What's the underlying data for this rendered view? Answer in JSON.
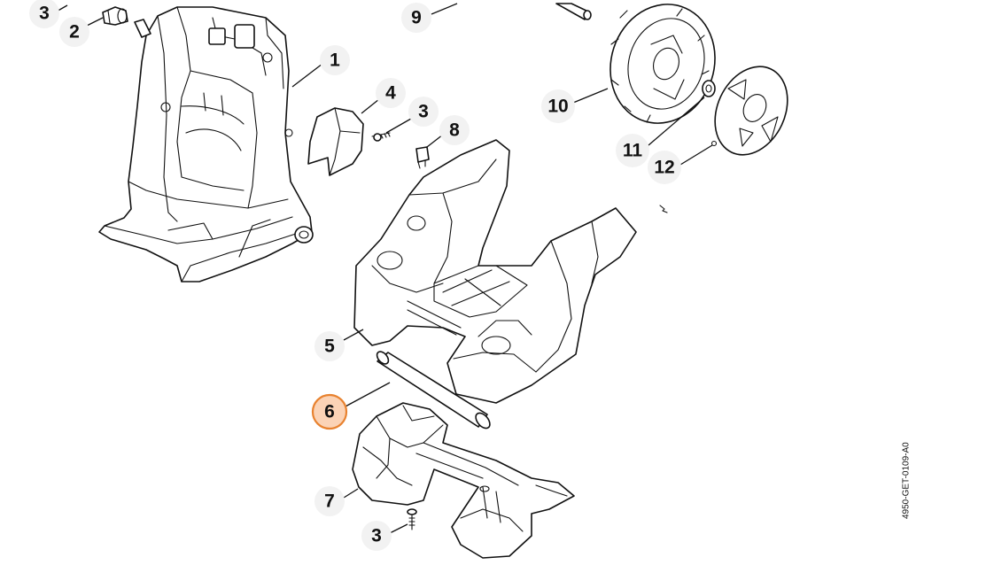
{
  "diagram_code": "4950-GET-0109-A0",
  "highlight_color": "#e8822f",
  "highlight_fill": "#fbd3b6",
  "callouts": [
    {
      "label": "3",
      "highlighted": false
    },
    {
      "label": "2",
      "highlighted": false
    },
    {
      "label": "1",
      "highlighted": false
    },
    {
      "label": "4",
      "highlighted": false
    },
    {
      "label": "3",
      "highlighted": false
    },
    {
      "label": "8",
      "highlighted": false
    },
    {
      "label": "9",
      "highlighted": false
    },
    {
      "label": "10",
      "highlighted": false
    },
    {
      "label": "11",
      "highlighted": false
    },
    {
      "label": "12",
      "highlighted": false
    },
    {
      "label": "5",
      "highlighted": false
    },
    {
      "label": "6",
      "highlighted": true
    },
    {
      "label": "7",
      "highlighted": false
    },
    {
      "label": "3",
      "highlighted": false
    }
  ]
}
